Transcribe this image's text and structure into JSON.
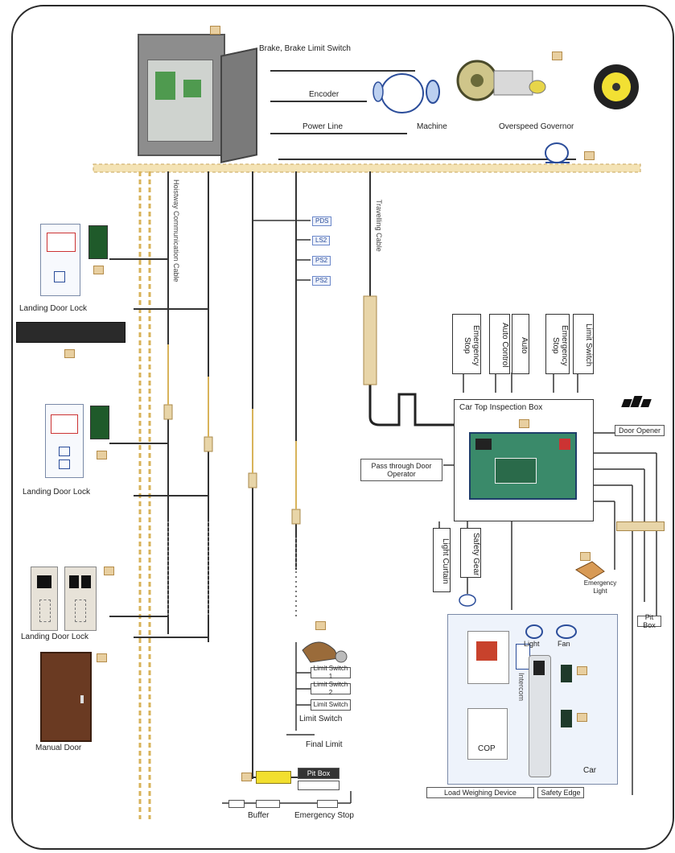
{
  "labels": {
    "brake": "Brake, Brake Limit Switch",
    "encoder": "Encoder",
    "power_line": "Power Line",
    "machine": "Machine",
    "overspeed_governor": "Overspeed Governor",
    "hoistway_communication_cable": "Hoistway Communication Cable",
    "travelling_cable": "Travelling Cable",
    "landing_door_lock_1": "Landing Door Lock",
    "landing_door_lock_2": "Landing Door Lock",
    "landing_door_lock_3": "Landing Door Lock",
    "manual_door": "Manual Door",
    "sig_1": "PDS",
    "sig_2": "LS2",
    "sig_3": "PS2",
    "sig_4": "PS2",
    "top_box_emergency_stop": "Emergency Stop",
    "top_box_auto_control": "Auto Control",
    "top_box_auto": "Auto",
    "top_box_emergency_stop_2": "Emergency Stop",
    "top_box_limit_switch": "Limit Switch",
    "car_top_inspection_box": "Car Top Inspection Box",
    "door_opener": "Door Opener",
    "pass_through_door_operator": "Pass through Door Operator",
    "light_curtain": "Light Curtain",
    "safety_gear": "Safety Gear",
    "emergency_light": "Emergency Light",
    "cop": "COP",
    "intercom": "Intercom",
    "light": "Light",
    "fan": "Fan",
    "car": "Car",
    "load_weighing_device": "Load Weighing Device",
    "safety_edge": "Safety Edge",
    "limit_switch_1": "Limit Switch 1",
    "limit_switch_2": "Limit Switch 2",
    "limit_switch": "Limit Switch",
    "final_limit": "Final Limit",
    "buffer": "Buffer",
    "emergency_stop": "Emergency Stop",
    "pit_box": "Pit Box"
  },
  "colors": {
    "line": "#333333",
    "dashed_shaft": "#d8b35a",
    "signal_blue": "#2b4d9a",
    "tag": "#e8cfa0"
  }
}
